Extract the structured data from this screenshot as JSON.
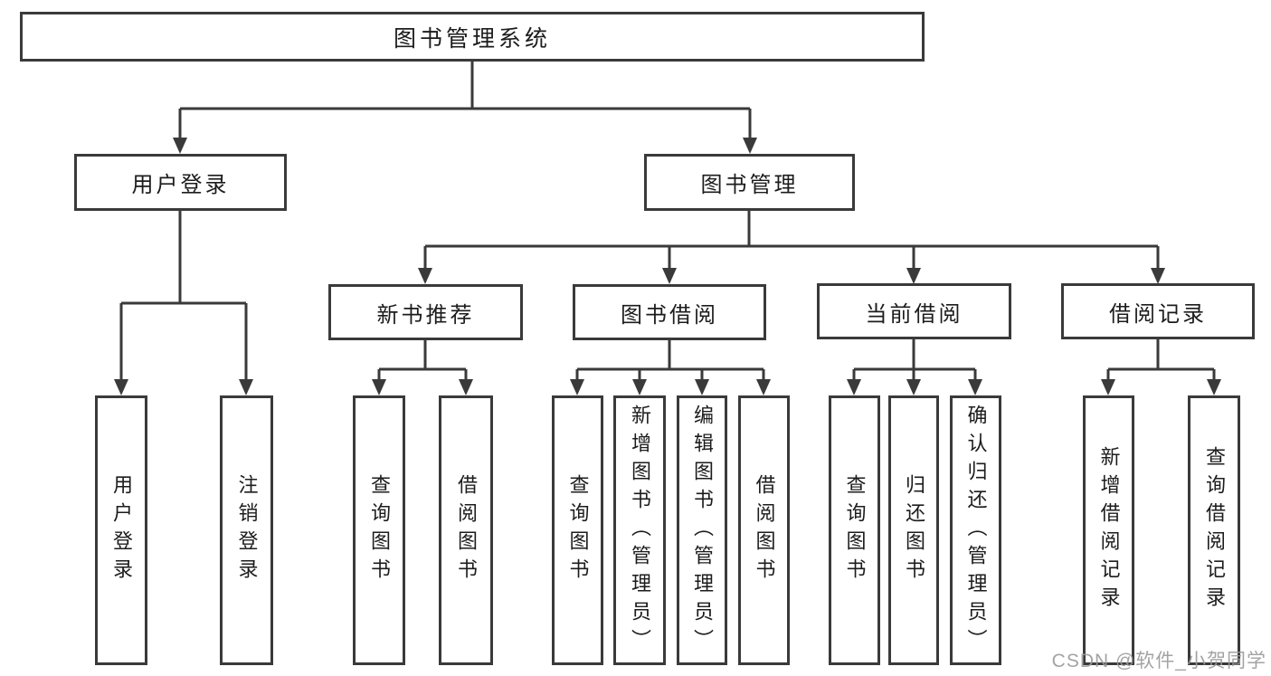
{
  "tree": {
    "root": {
      "label": "图书管理系统"
    },
    "branches": [
      {
        "label": "用户登录",
        "children": [
          {
            "label": "用户登录"
          },
          {
            "label": "注销登录"
          }
        ]
      },
      {
        "label": "图书管理",
        "groups": [
          {
            "label": "新书推荐",
            "children": [
              {
                "label": "查询图书"
              },
              {
                "label": "借阅图书"
              }
            ]
          },
          {
            "label": "图书借阅",
            "children": [
              {
                "label": "查询图书"
              },
              {
                "label": "新增图书（管理员）"
              },
              {
                "label": "编辑图书（管理员）"
              },
              {
                "label": "借阅图书"
              }
            ]
          },
          {
            "label": "当前借阅",
            "children": [
              {
                "label": "查询图书"
              },
              {
                "label": "归还图书"
              },
              {
                "label": "确认归还（管理员）"
              }
            ]
          },
          {
            "label": "借阅记录",
            "children": [
              {
                "label": "新增借阅记录"
              },
              {
                "label": "查询借阅记录"
              }
            ]
          }
        ]
      }
    ]
  },
  "watermark": {
    "text": "CSDN @软件_小贺同学"
  },
  "colors": {
    "line": "#3a3a3a",
    "box_border": "#3a3a3a",
    "text": "#1c1c1c",
    "watermark": "#9a9a9a",
    "background": "#ffffff"
  }
}
